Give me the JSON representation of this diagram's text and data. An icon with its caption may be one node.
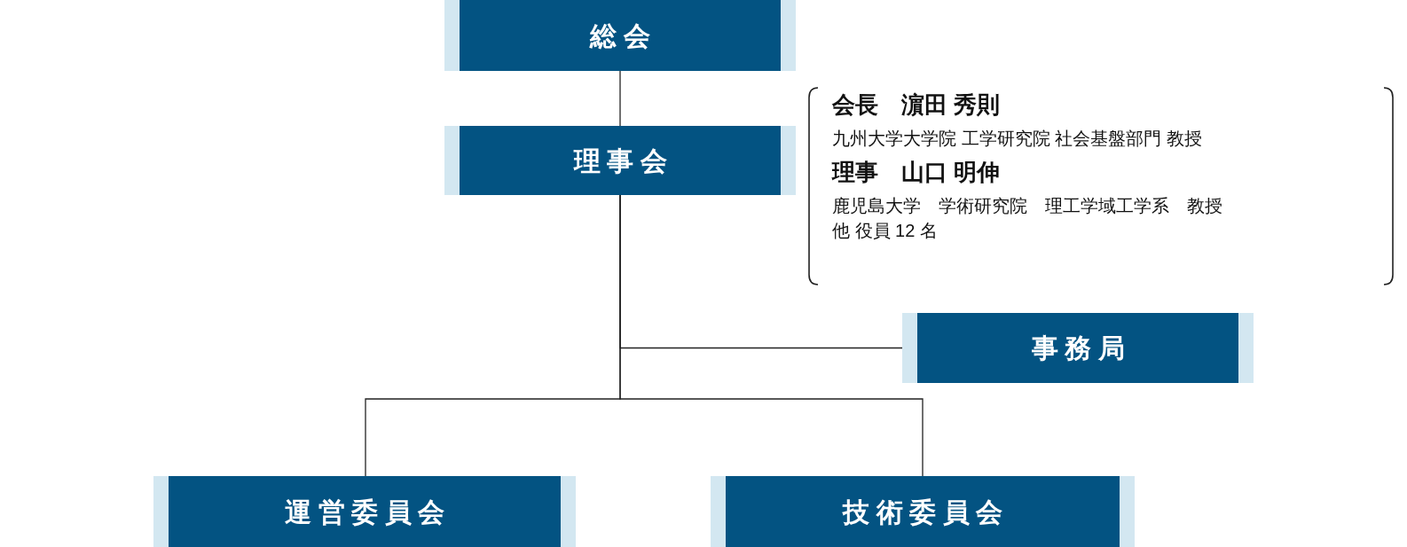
{
  "diagram": {
    "nodes": [
      {
        "text": [
          "総会"
        ]
      },
      {
        "text": [
          "理事会"
        ],
        "beside": [
          "会長　濵田 秀則",
          "九州大学大学院 工学研究院 社会基盤部門 教授",
          "理事　山口 明伸",
          "鹿児島大学　学術研究院　理工学域工学系　教授",
          "他 役員 12 名"
        ]
      },
      {
        "text": [
          "事務局"
        ]
      },
      {
        "text": [
          "運営委員会"
        ]
      },
      {
        "text": [
          "技術委員会"
        ]
      }
    ],
    "edges": [
      {
        "from": 0,
        "to": 1,
        "arrow": "none"
      },
      {
        "from": 1,
        "to": 2,
        "arrow": "none"
      },
      {
        "from": 1,
        "to": 3,
        "arrow": "none"
      },
      {
        "from": 1,
        "to": 4,
        "arrow": "none"
      }
    ]
  }
}
